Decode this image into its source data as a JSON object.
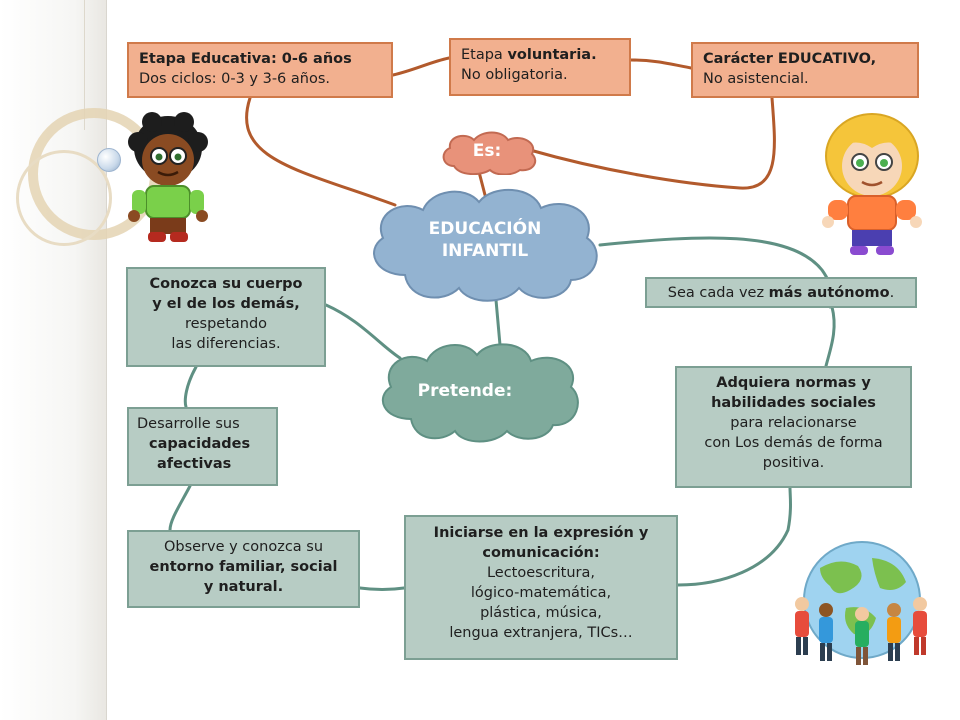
{
  "center": {
    "line1": "EDUCACIÓN",
    "line2": "INFANTIL"
  },
  "es_label": "Es:",
  "pretende_label": "Pretende:",
  "etapa_educativa": {
    "line1": "Etapa Educativa: 0-6 años",
    "line2": "Dos ciclos: 0-3 y 3-6 años."
  },
  "voluntaria": {
    "line1_pre": "Etapa ",
    "line1_bold": "voluntaria",
    "line1_post": ".",
    "line2": "No obligatoria."
  },
  "caracter": {
    "line1": "Carácter EDUCATIVO,",
    "line2": "No asistencial."
  },
  "cuerpo": {
    "line1": "Conozca su cuerpo",
    "line2": "y el de los demás,",
    "line3": "respetando",
    "line4": "las diferencias."
  },
  "autonomo": {
    "pre": "Sea cada vez ",
    "bold": "más autónomo",
    "post": "."
  },
  "afectivas": {
    "line1": "Desarrolle sus",
    "line2": "capacidades",
    "line3": "afectivas"
  },
  "normas": {
    "line1": "Adquiera normas y",
    "line2": "habilidades sociales",
    "line3": "para relacionarse",
    "line4": "con Los demás de forma",
    "line5": "positiva."
  },
  "entorno": {
    "line1": "Observe y conozca su",
    "line2": "entorno familiar, social",
    "line3": "y natural."
  },
  "expresion": {
    "line1": "Iniciarse en la expresión y",
    "line2": "comunicación:",
    "line3": "Lectoescritura,",
    "line4": "lógico-matemática,",
    "line5": "plástica, música,",
    "line6": "lengua extranjera, TICs…"
  },
  "colors": {
    "orange_fill": "#f2b08f",
    "orange_border": "#d07a4a",
    "teal_fill": "#b7ccc4",
    "teal_border": "#7c9f93",
    "cloud_blue": "#93b3d1",
    "cloud_teal": "#7faa9c",
    "es_fill": "#e8927a",
    "connector": "#b25a2c",
    "connector_teal": "#5f9083"
  },
  "icons": [
    "boy-clipart-icon",
    "girl-clipart-icon",
    "globe-children-clipart-icon"
  ]
}
